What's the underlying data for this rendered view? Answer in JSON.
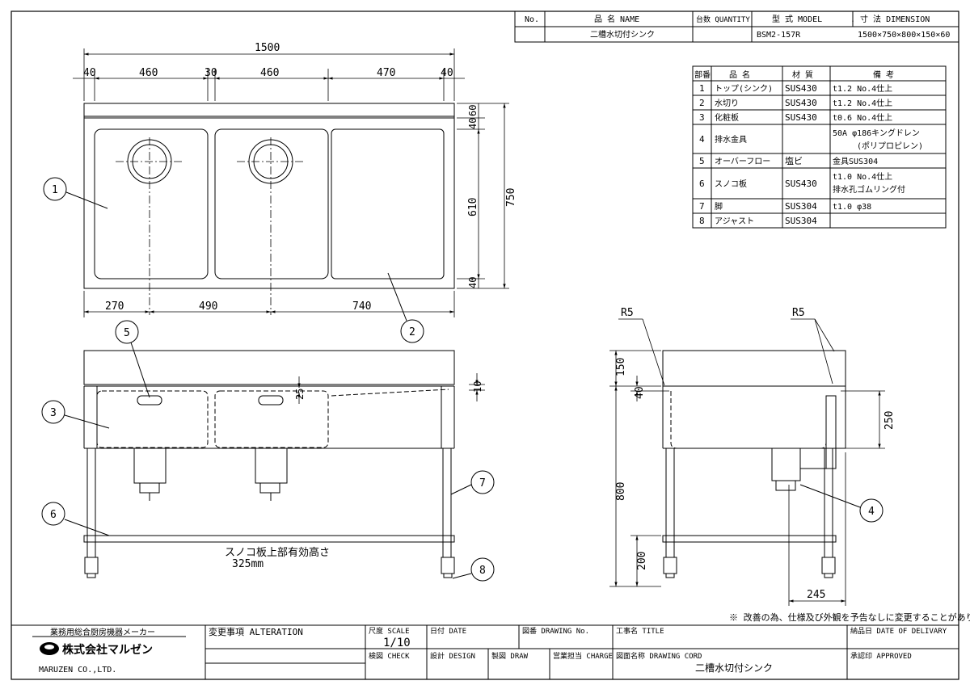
{
  "header": {
    "col_no": "No.",
    "col_name": "品 名 NAME",
    "col_qty": "台数 QUANTITY",
    "col_model": "型 式 MODEL",
    "col_dim": ". 寸 法 DIMENSION",
    "product_name": "二槽水切付シンク",
    "model": "BSM2-157R",
    "dimension": "1500×750×800×150×60"
  },
  "parts": {
    "headers": [
      "部番",
      "品 名",
      "材 質",
      "備 考"
    ],
    "rows": [
      {
        "no": "1",
        "name": "トップ(シンク)",
        "material": "SUS430",
        "note": "t1.2 No.4仕上",
        "note2": ""
      },
      {
        "no": "2",
        "name": "水切り",
        "material": "SUS430",
        "note": "t1.2 No.4仕上",
        "note2": ""
      },
      {
        "no": "3",
        "name": "化粧板",
        "material": "SUS430",
        "note": "t0.6 No.4仕上",
        "note2": ""
      },
      {
        "no": "4",
        "name": "排水金具",
        "material": "",
        "note": "50A φ186キングドレン",
        "note2": "(ポリプロピレン)"
      },
      {
        "no": "5",
        "name": "オーバーフロー",
        "material": "塩ビ",
        "note": "金具SUS304",
        "note2": ""
      },
      {
        "no": "6",
        "name": "スノコ板",
        "material": "SUS430",
        "note": "t1.0 No.4仕上",
        "note2": "排水孔ゴムリング付"
      },
      {
        "no": "7",
        "name": "脚",
        "material": "SUS304",
        "note": "t1.0 φ38",
        "note2": ""
      },
      {
        "no": "8",
        "name": "アジャスト",
        "material": "SUS304",
        "note": "",
        "note2": ""
      }
    ]
  },
  "dimensions": {
    "total_width": "1500",
    "seg_40a": "40",
    "seg_460a": "460",
    "seg_30": "30",
    "seg_460b": "460",
    "seg_470": "470",
    "seg_40b": "40",
    "depth_750": "750",
    "depth_610": "610",
    "top_60": "60",
    "top_40": "40",
    "bottom_40": "40",
    "drain_270": "270",
    "drain_490": "490",
    "drain_740": "740",
    "front_25": "25",
    "front_10": "10",
    "side_150": "150",
    "side_40": "40",
    "side_250": "250",
    "side_800": "800",
    "side_200": "200",
    "side_245": "245",
    "r5a": "R5",
    "r5b": "R5"
  },
  "callouts": [
    "1",
    "2",
    "3",
    "4",
    "5",
    "6",
    "7",
    "8"
  ],
  "sunoko_note_line1": "スノコ板上部有効高さ",
  "sunoko_note_line2": "325mm",
  "notice": "※ 改善の為、仕様及び外観を予告なしに変更することがあります。",
  "title_block": {
    "maker_caption": "業務用総合厨房機器メーカー",
    "company_name": "株式会社マルゼン",
    "company_en": "MARUZEN CO.,LTD.",
    "alteration": "変更事項 ALTERATION",
    "scale_label": "尺度 SCALE",
    "scale_value": "1/10",
    "date_label": "日付 DATE",
    "drawing_no_label": "図番 DRAWING No.",
    "title_label": "工事名 TITLE",
    "delivery_label": "納品日 DATE OF DELIVARY",
    "check_label": "検図 CHECK",
    "design_label": "設計 DESIGN",
    "draw_label": "製図 DRAW",
    "charge_label": "営業担当 CHARGE",
    "drawing_cord_label": "図面名称 DRAWING CORD",
    "drawing_cord_value": "二槽水切付シンク",
    "approved_label": "承認印 APPROVED"
  }
}
